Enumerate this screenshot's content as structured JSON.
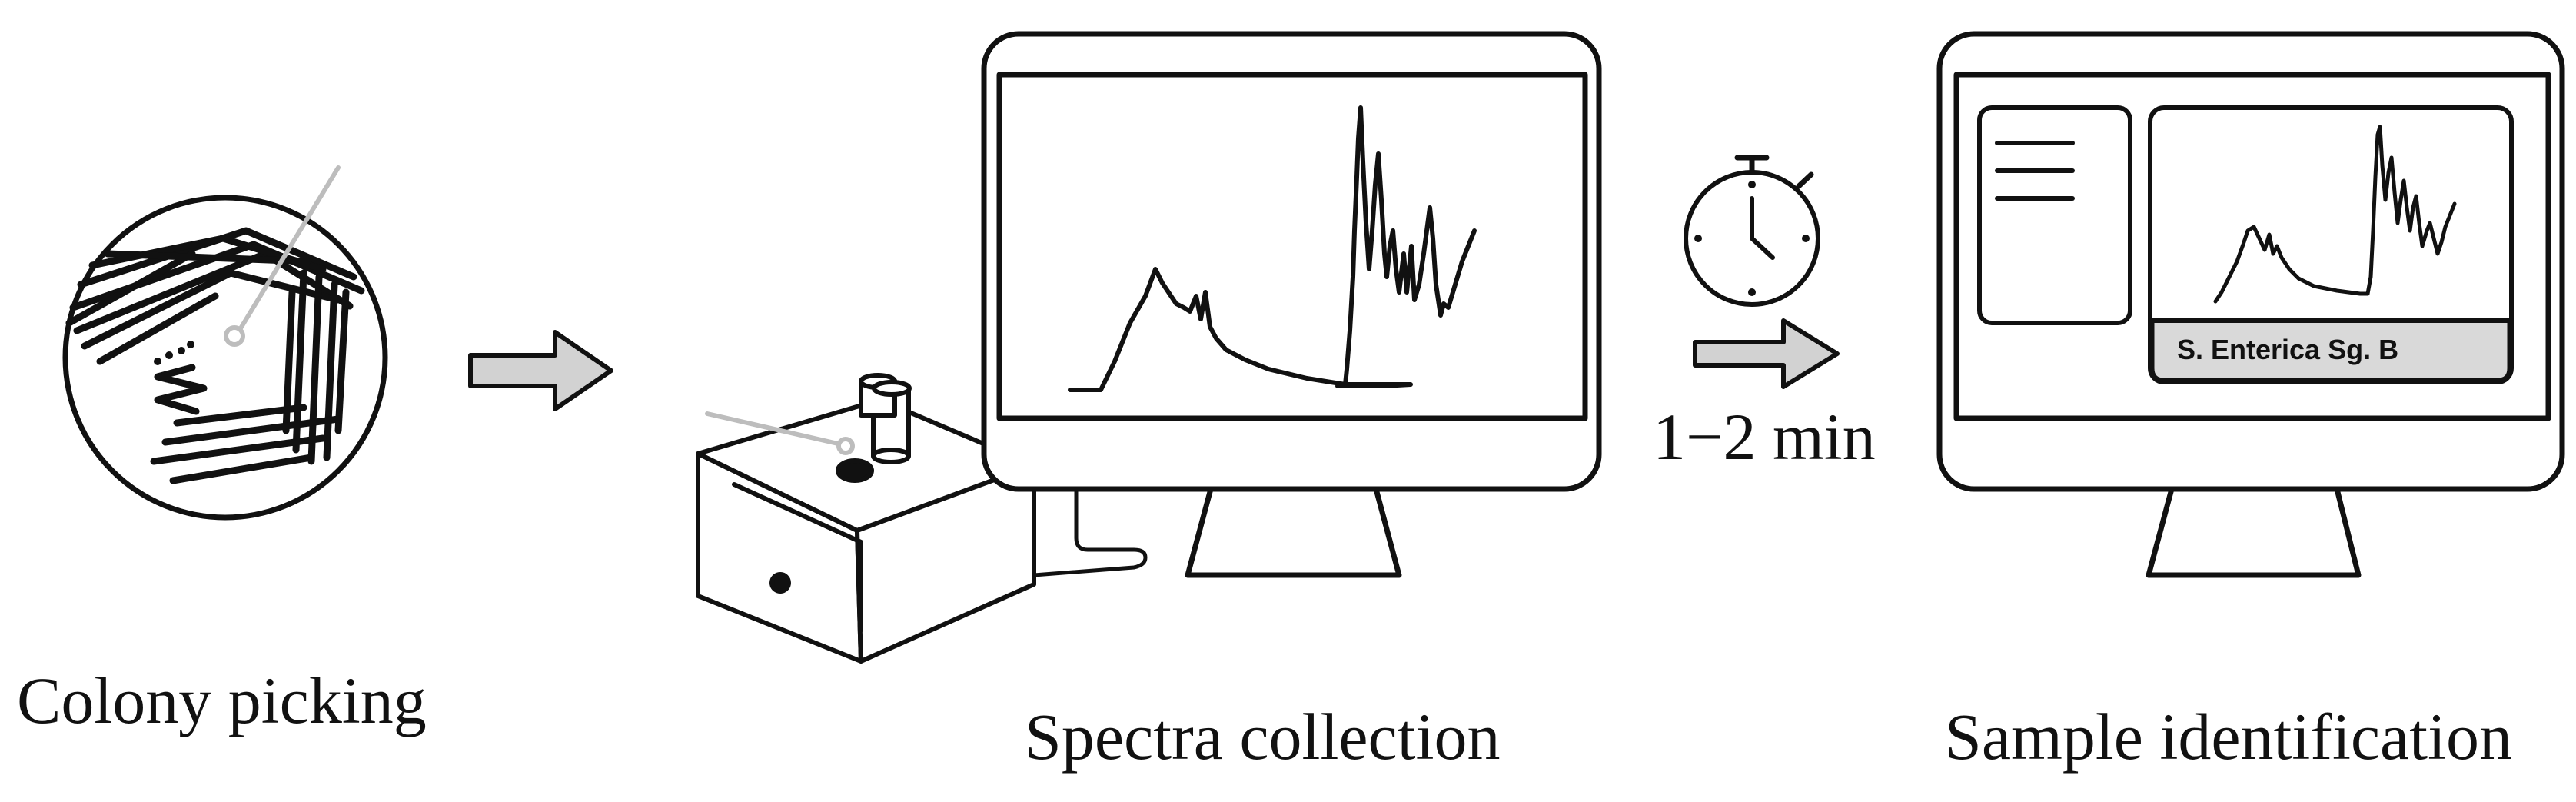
{
  "steps": [
    {
      "label": "Colony picking"
    },
    {
      "label": "Spectra collection"
    },
    {
      "label": "Sample identification"
    }
  ],
  "timing": {
    "label": "1−2 min"
  },
  "result": {
    "label": "S. Enterica Sg. B"
  },
  "colors": {
    "stroke": "#111111",
    "arrow_fill": "#d2d2d2",
    "result_bar_fill": "#d9d9d9",
    "pick_tool": "#bdbdbd"
  },
  "icons": {
    "petri_dish": "petri-dish-icon",
    "inoculation_loop": "inoculation-loop-icon",
    "spectrometer": "spectrometer-icon",
    "monitor": "monitor-icon",
    "stopwatch": "stopwatch-icon",
    "arrow": "right-arrow-icon",
    "menu": "menu-lines-icon"
  }
}
